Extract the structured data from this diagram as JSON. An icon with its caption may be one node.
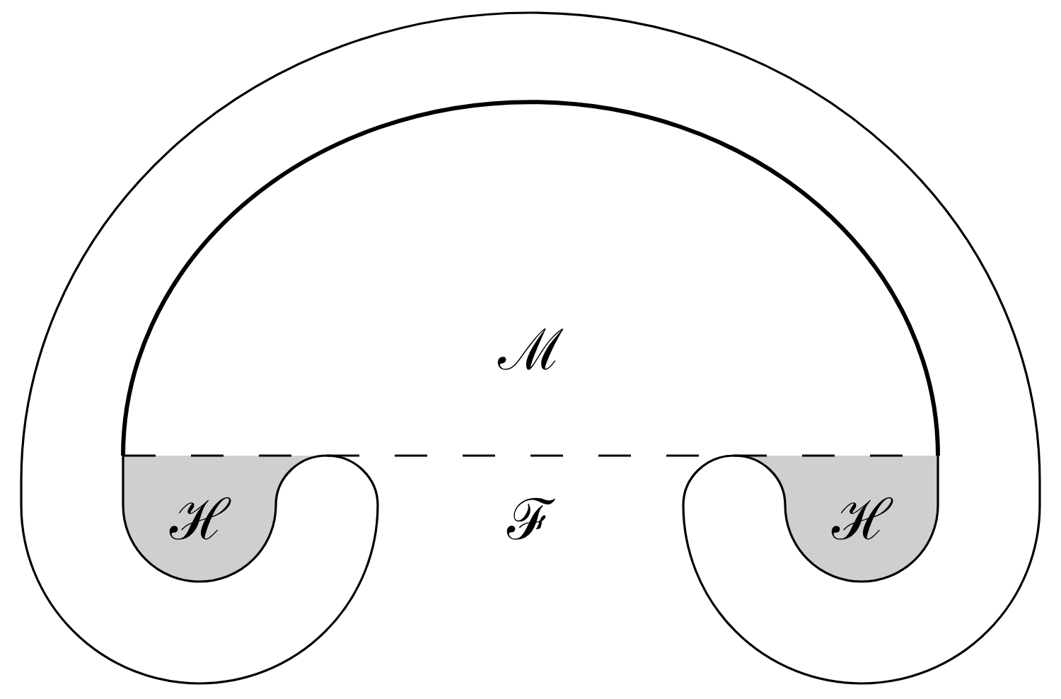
{
  "diagram": {
    "nodes": [
      {
        "text": [
          "ℳ"
        ]
      },
      {
        "text": [
          "ℋ"
        ]
      },
      {
        "text": [
          "ℋ"
        ]
      }
    ],
    "labels": [
      "ℱ"
    ]
  }
}
